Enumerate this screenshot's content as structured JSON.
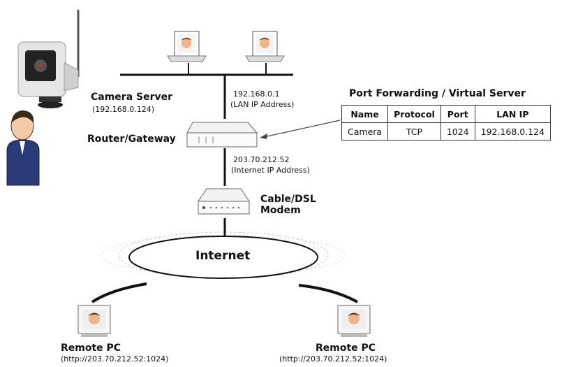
{
  "camera_server": {
    "title": "Camera Server",
    "ip": "(192.168.0.124)"
  },
  "lan": {
    "ip": "192.168.0.1",
    "ip_label": "(LAN IP Address)"
  },
  "router": {
    "label": "Router/Gateway"
  },
  "wan": {
    "ip": "203.70.212.52",
    "ip_label": "(Internet IP Address)"
  },
  "modem": {
    "line1": "Cable/DSL",
    "line2": "Modem"
  },
  "internet": {
    "label": "Internet"
  },
  "port_forwarding": {
    "title": "Port Forwarding / Virtual Server",
    "headers": [
      "Name",
      "Protocol",
      "Port",
      "LAN IP"
    ],
    "row": [
      "Camera",
      "TCP",
      "1024",
      "192.168.0.124"
    ]
  },
  "remote_pcs": [
    {
      "label": "Remote PC",
      "url": "(http://203.70.212.52:1024)"
    },
    {
      "label": "Remote PC",
      "url": "(http://203.70.212.52:1024)"
    }
  ]
}
